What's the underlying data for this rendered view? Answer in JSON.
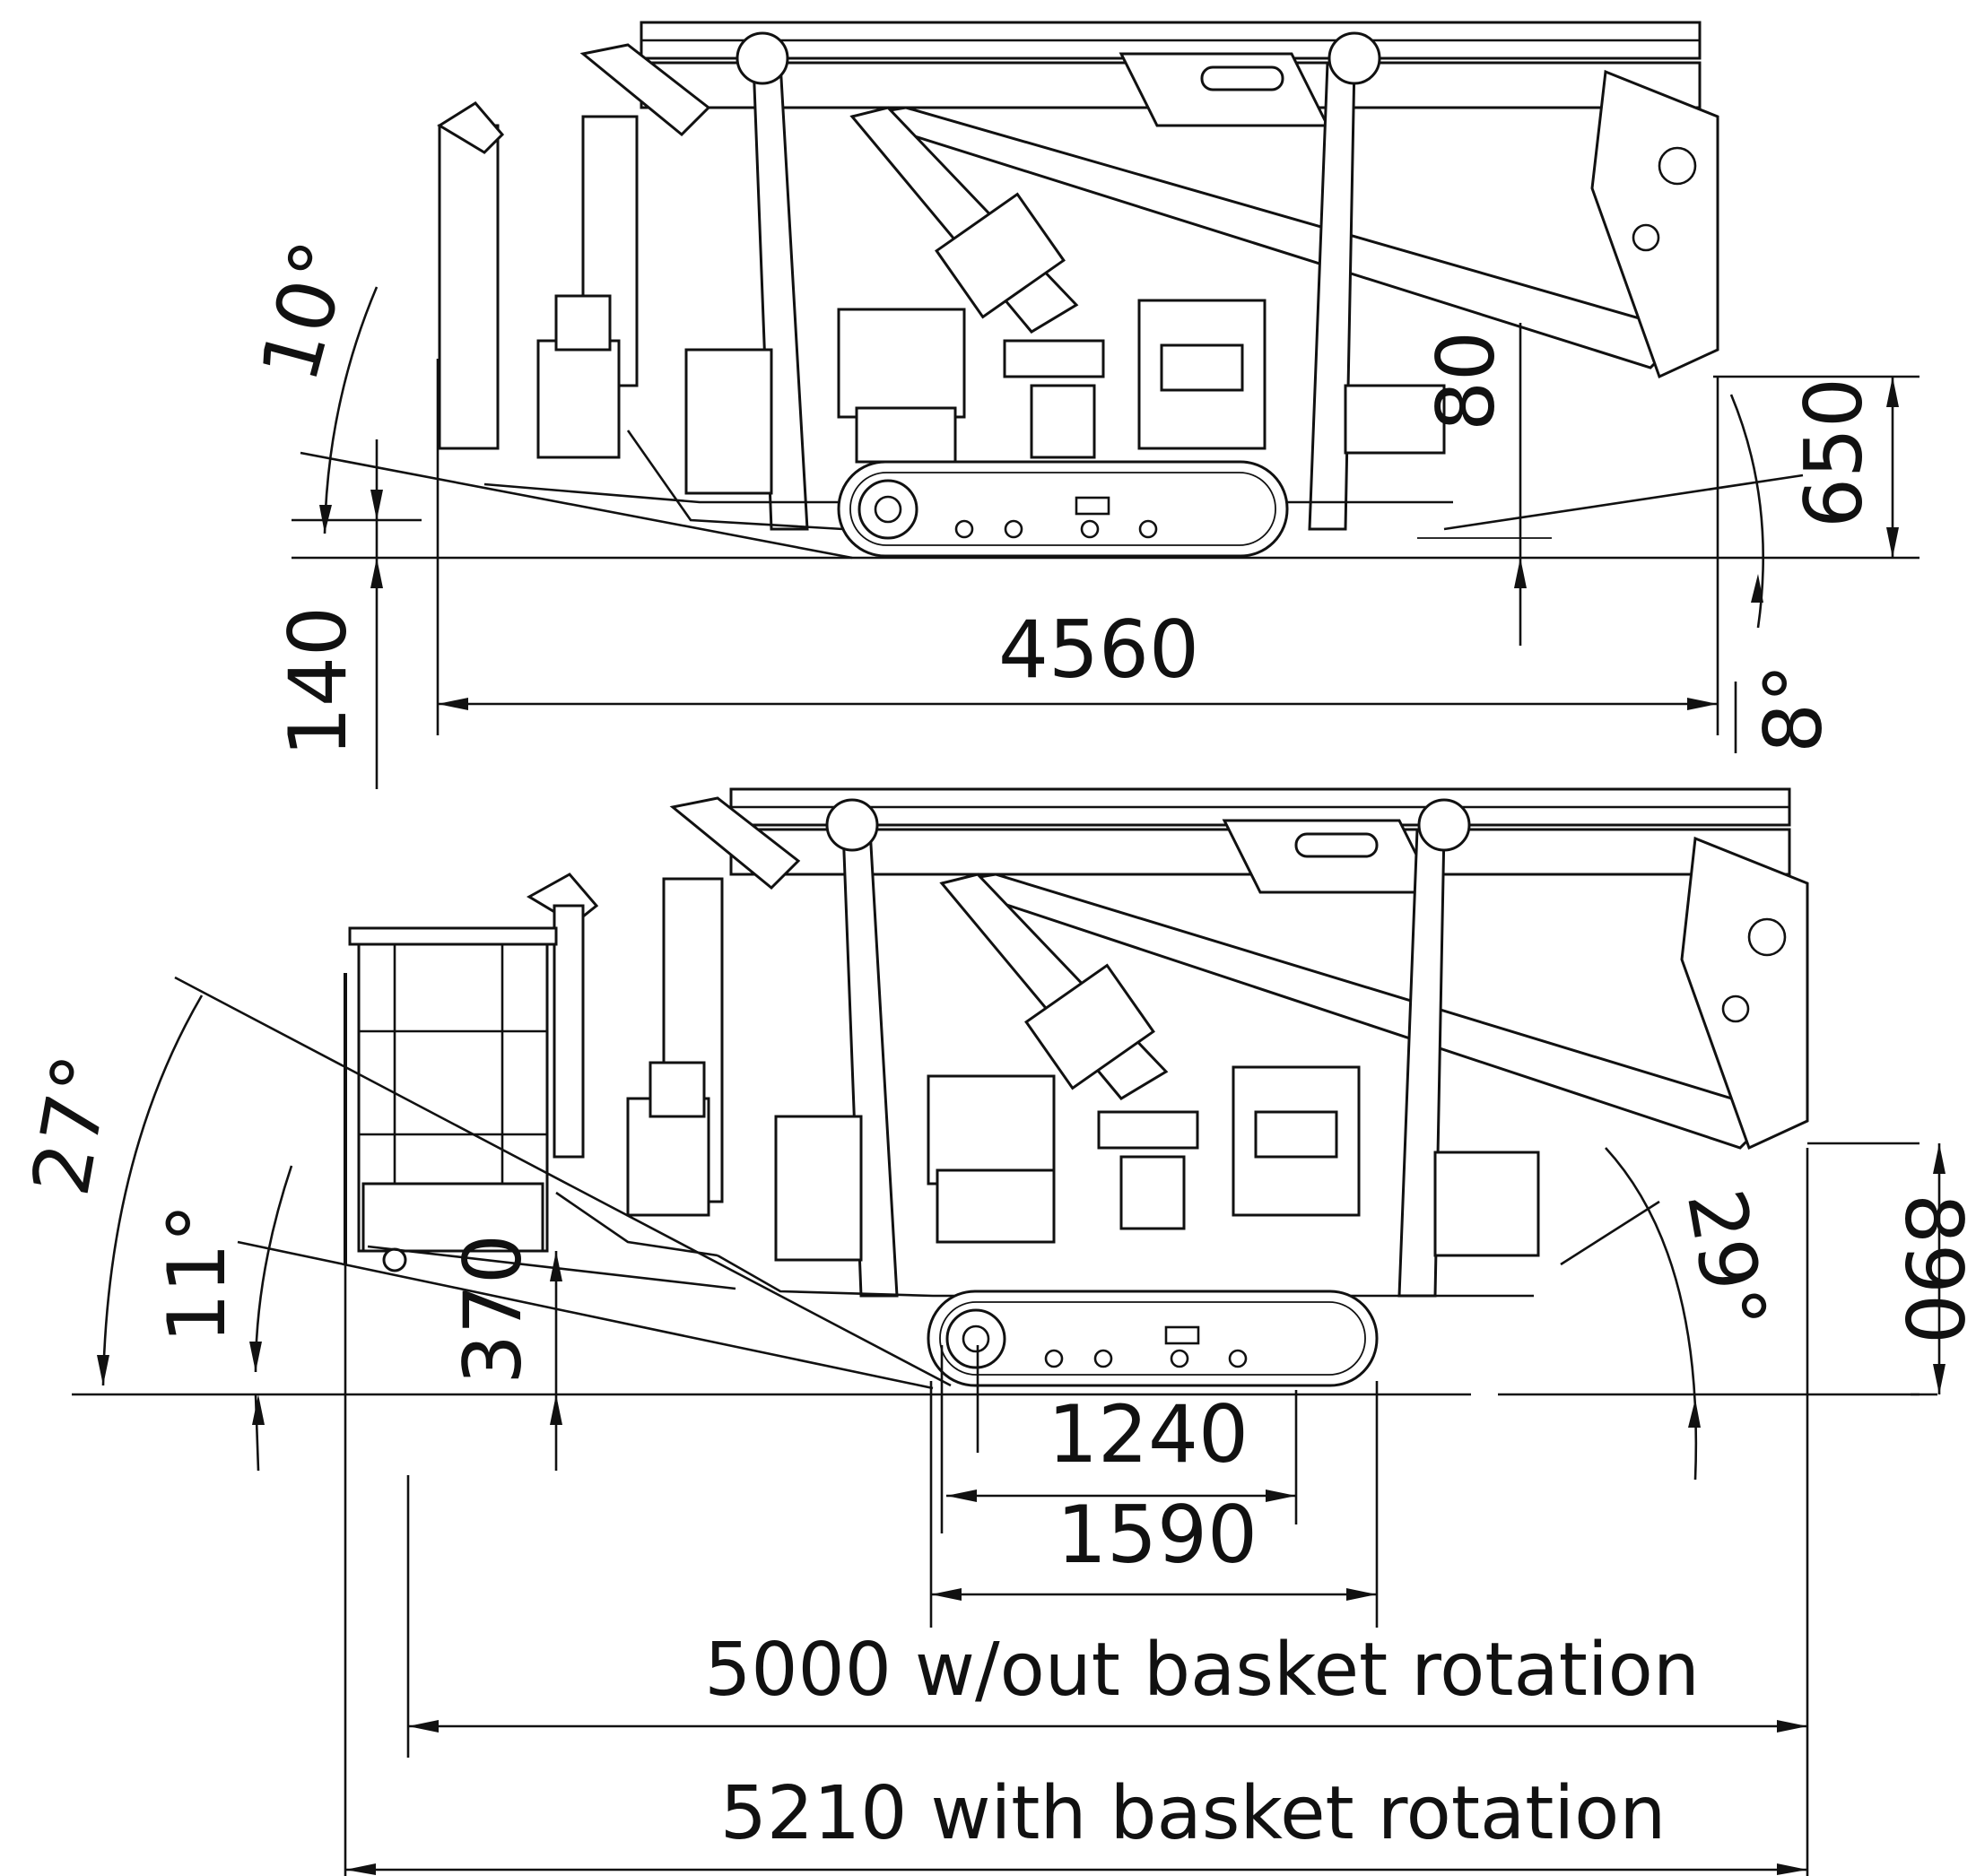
{
  "top_view": {
    "dims": {
      "overall_length": "4560",
      "ground_clearance": "140",
      "rear_height": "650",
      "front_small": "80",
      "angle_front": "10°",
      "angle_rear": "8°"
    }
  },
  "bottom_view": {
    "dims": {
      "angle_outer": "27°",
      "angle_inner": "11°",
      "basket_height": "370",
      "track_inner": "1240",
      "track_outer": "1590",
      "rear_height": "890",
      "angle_rear": "29°",
      "length_without": "5000 w/out basket rotation",
      "length_with": "5210 with basket rotation"
    }
  },
  "colors": {
    "line": "#111111",
    "background": "#ffffff"
  }
}
